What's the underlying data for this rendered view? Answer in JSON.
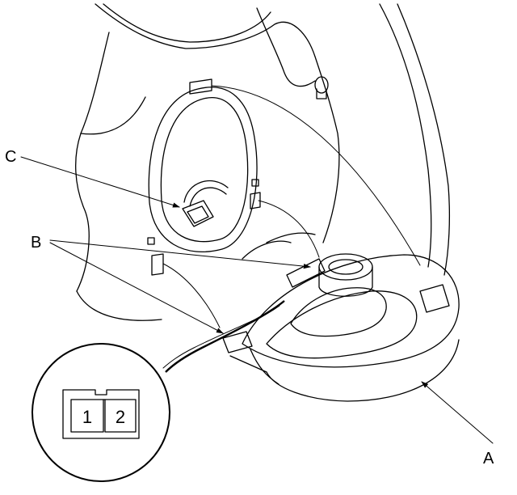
{
  "labels": {
    "a": "A",
    "b": "B",
    "c": "C"
  },
  "connector_pins": [
    "1",
    "2"
  ]
}
